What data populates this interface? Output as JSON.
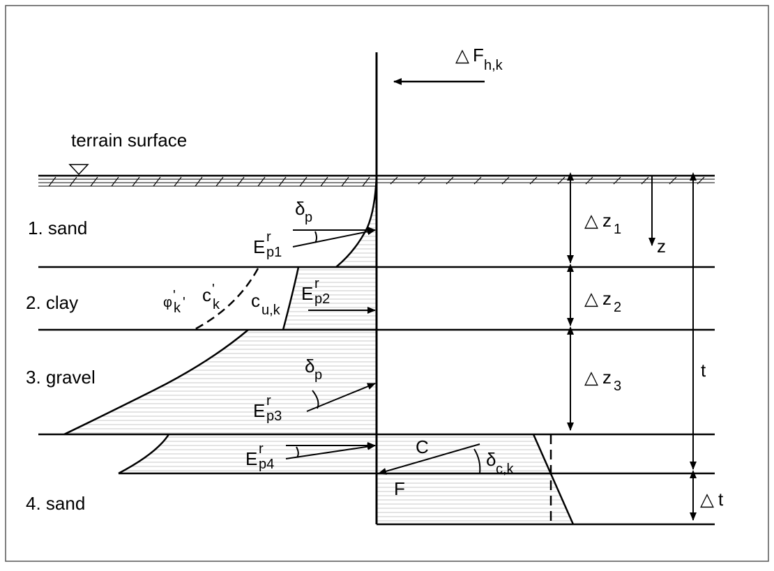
{
  "labels": {
    "terrain_surface": "terrain surface",
    "layer1": "1. sand",
    "layer2": "2. clay",
    "layer3": "3. gravel",
    "layer4": "4. sand"
  },
  "symbols": {
    "delta": "△",
    "force_F": "F",
    "force_sub": "h,k",
    "delta_p": "δ",
    "p_sub": "p",
    "E": "E",
    "r_sup": "r",
    "ep1_sub": "p1",
    "ep2_sub": "p2",
    "ep3_sub": "p3",
    "ep4_sub": "p4",
    "phi": "φ",
    "c": "c",
    "prime_k": "'",
    "k_sub": "k",
    "comma": ",",
    "cu_sub": "u,k",
    "dz1_sub": "1",
    "dz2_sub": "2",
    "dz3_sub": "3",
    "z": "z",
    "t": "t",
    "C": "C",
    "F": "F",
    "dck_sub": "c,k"
  },
  "colors": {
    "line": "#000000",
    "hatch": "#bdbdbd",
    "frame": "#555555"
  }
}
